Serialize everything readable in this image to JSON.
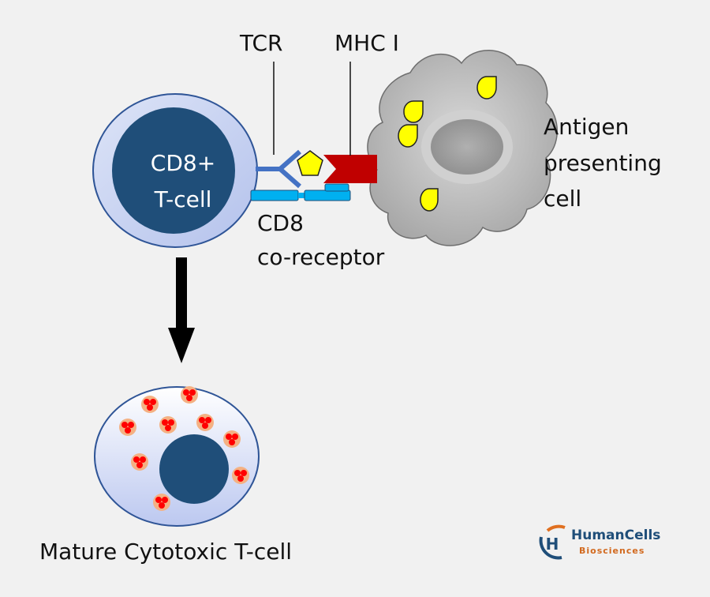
{
  "diagram": {
    "tcell_label_line1": "CD8+",
    "tcell_label_line2": "T-cell",
    "tcr_label": "TCR",
    "mhc_label": "MHC I",
    "apc_label_line1": "Antigen",
    "apc_label_line2": "presenting",
    "apc_label_line3": "cell",
    "cd8_label_line1": "CD8",
    "cd8_label_line2": "co-receptor",
    "mature_label": "Mature Cytotoxic T-cell"
  },
  "logo": {
    "letter": "H",
    "name": "HumanCells",
    "subtitle": "Biosciences"
  },
  "colors": {
    "background": "#f1f1f1",
    "tcell_outer": "#c9d3f0",
    "tcell_nucleus": "#1f4e79",
    "tcr": "#4472c4",
    "cd8": "#00b0f0",
    "mhc": "#c00000",
    "antigen": "#ffff00",
    "apc": "#bfbfbf",
    "granule_dot": "#ff0000",
    "granule_halo": "#f4b183",
    "logo_orange": "#e07020",
    "logo_blue": "#1f4e79"
  }
}
